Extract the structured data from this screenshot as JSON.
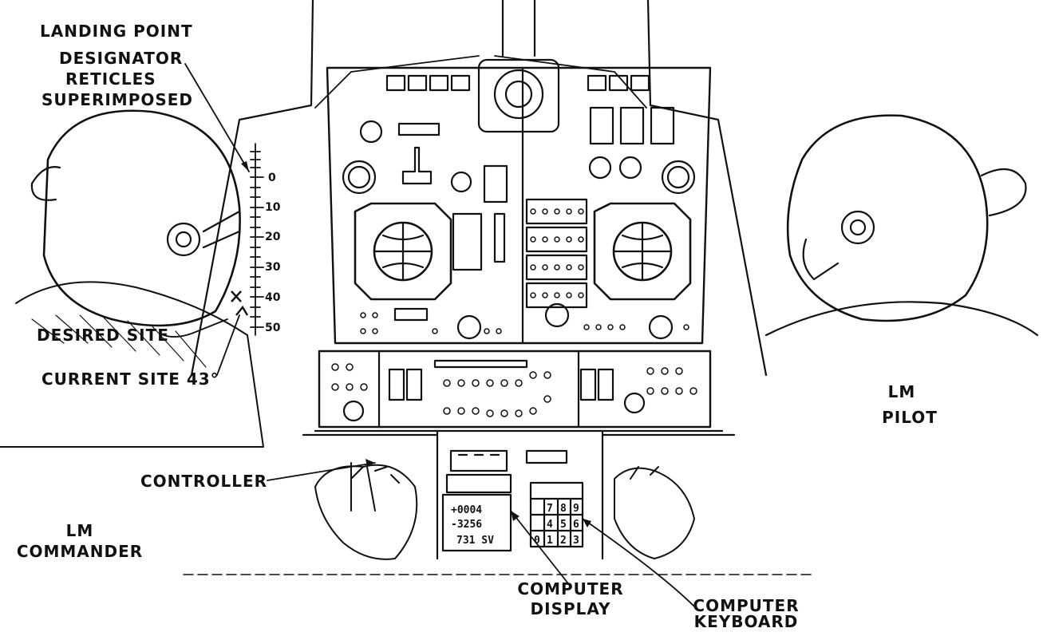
{
  "labels": {
    "landing_point": "LANDING POINT",
    "designator": "DESIGNATOR",
    "reticles": "RETICLES",
    "superimposed": "SUPERIMPOSED",
    "desired_site": "DESIRED SITE",
    "current_site": "CURRENT SITE 43°",
    "controller": "CONTROLLER",
    "lm_commander_1": "LM",
    "lm_commander_2": "COMMANDER",
    "lm_pilot_1": "LM",
    "lm_pilot_2": "PILOT",
    "computer_display_1": "COMPUTER",
    "computer_display_2": "DISPLAY",
    "computer_keyboard_1": "COMPUTER",
    "computer_keyboard_2": "KEYBOARD"
  },
  "reticle_scale": [
    "0",
    "10",
    "20",
    "30",
    "40",
    "50"
  ],
  "dsky_display": [
    "+0004",
    "-3256",
    "731 SV"
  ],
  "dsky_keys": [
    "7",
    "8",
    "9",
    "4",
    "5",
    "6",
    "0",
    "1",
    "2",
    "3"
  ]
}
